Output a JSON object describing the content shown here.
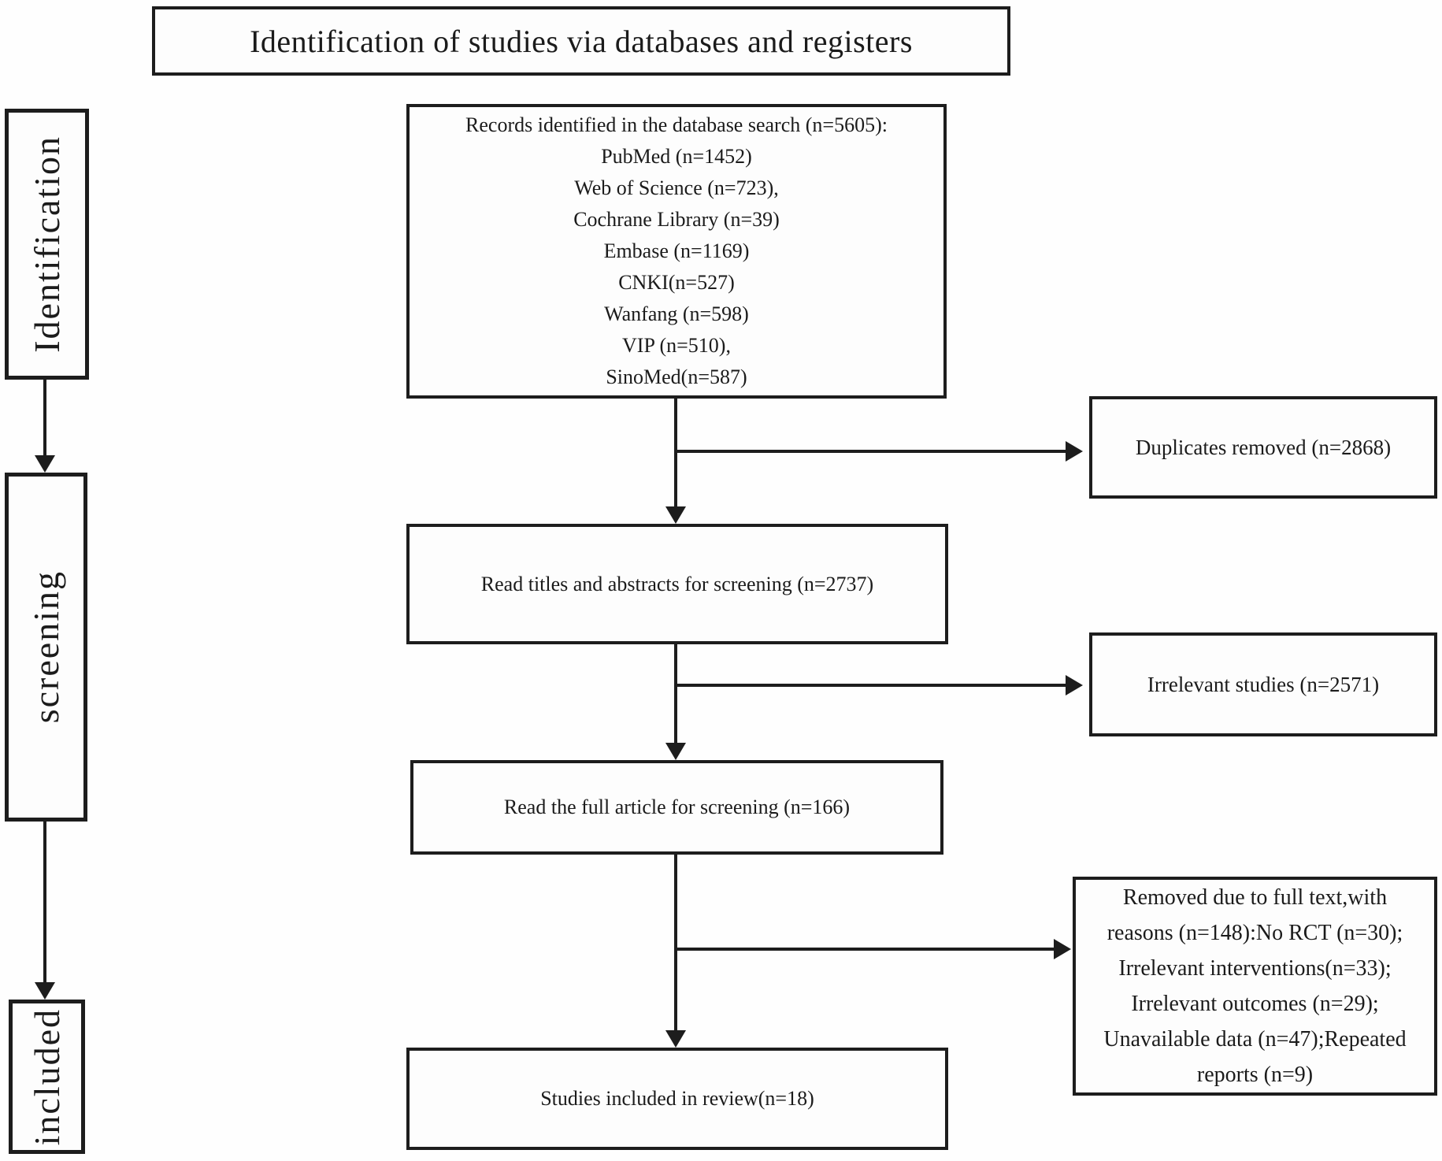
{
  "title": "Identification of studies via databases and registers",
  "colors": {
    "ink": "#1d1d1d",
    "background": "#ffffff"
  },
  "stages": [
    {
      "label": "Identification"
    },
    {
      "label": "screening"
    },
    {
      "label": "included"
    }
  ],
  "flow": {
    "records_box": {
      "heading": "Records identified in the database search (n=5605):",
      "sources": [
        "PubMed (n=1452)",
        "Web of Science (n=723),",
        "Cochrane Library (n=39)",
        "Embase (n=1169)",
        "CNKI(n=527)",
        "Wanfang (n=598)",
        "VIP (n=510),",
        "SinoMed(n=587)"
      ]
    },
    "titles_abstracts_box": "Read titles and abstracts for screening (n=2737)",
    "full_article_box": "Read the full article for screening (n=166)",
    "included_box": "Studies included in review(n=18)"
  },
  "exclusions": {
    "duplicates_box": "Duplicates removed (n=2868)",
    "irrelevant_box": "Irrelevant studies (n=2571)",
    "fulltext_box": {
      "lines": [
        "Removed due to full text,with",
        "reasons (n=148):No RCT (n=30);",
        "Irrelevant interventions(n=33);",
        "Irrelevant outcomes (n=29);",
        "Unavailable data (n=47);Repeated",
        "reports (n=9)"
      ]
    }
  }
}
